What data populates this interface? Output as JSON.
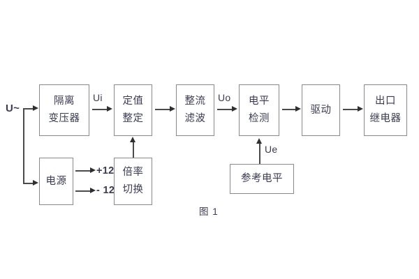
{
  "figure": {
    "caption": "图 1",
    "title_text": "图 1"
  },
  "blocks": {
    "isolation_transformer": {
      "line1": "隔离",
      "line2": "变压器"
    },
    "power_supply": {
      "line1": "电源"
    },
    "setting_value": {
      "line1": "定值",
      "line2": "整定"
    },
    "multiplier_switch": {
      "line1": "倍率",
      "line2": "切换"
    },
    "rectifier_filter": {
      "line1": "整流",
      "line2": "滤波"
    },
    "level_detection": {
      "line1": "电平",
      "line2": "检测"
    },
    "reference_level": {
      "line1": "参考电平"
    },
    "drive": {
      "line1": "驱动"
    },
    "output_relay": {
      "line1": "出口",
      "line2": "继电器"
    }
  },
  "signals": {
    "input_source": "U~",
    "ui": "Ui",
    "uo": "Uo",
    "ue": "Ue",
    "rail_positive": "+12V",
    "rail_negative": "- 12V"
  },
  "colors": {
    "box_border": "#8a8a8a",
    "line": "#4a4a4a",
    "text": "#3b3b52",
    "background": "#ffffff"
  }
}
